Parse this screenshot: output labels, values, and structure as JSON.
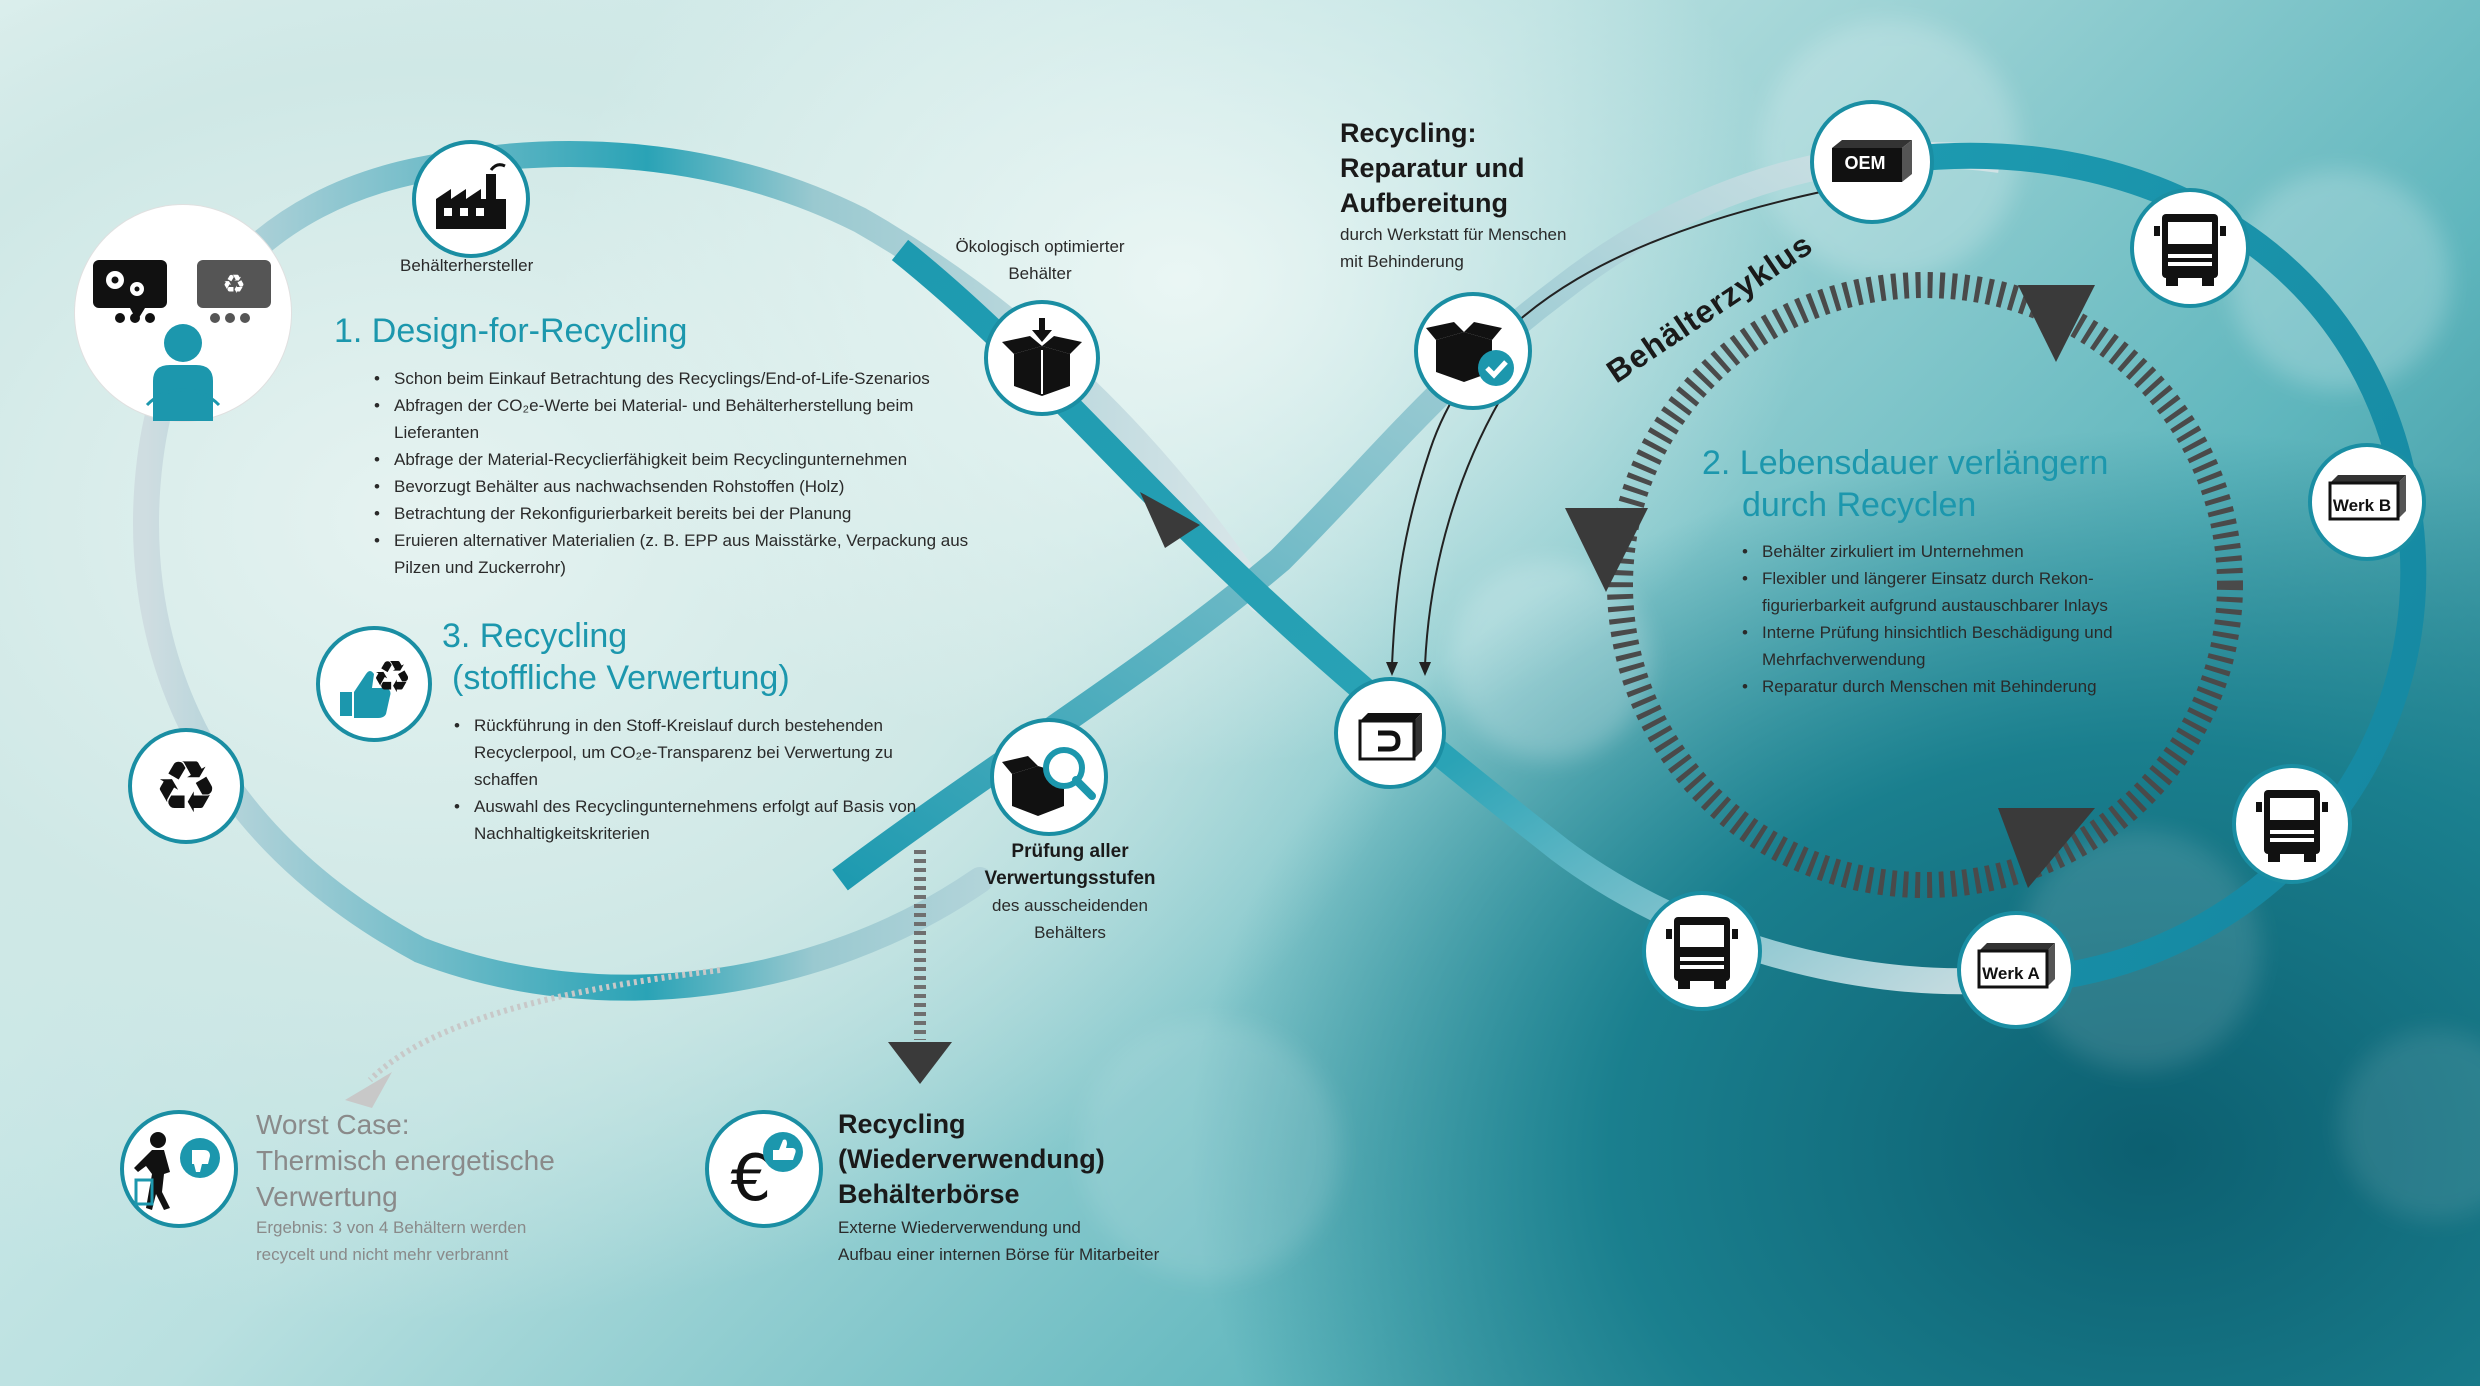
{
  "labels": {
    "behaelterhersteller": "Behälterhersteller",
    "oekologisch_line1": "Ökologisch optimierter",
    "oekologisch_line2": "Behälter",
    "behaelterzyklus": "Behälterzyklus",
    "pruefung_bold_1": "Prüfung aller",
    "pruefung_bold_2": "Verwertungsstufen",
    "pruefung_sub_1": "des ausscheidenden",
    "pruefung_sub_2": "Behälters"
  },
  "icons": {
    "person": "person-with-speech-bubbles-icon",
    "factory": "factory-icon",
    "box_arrow": "box-with-down-arrow-icon",
    "box_check": "box-with-checkmark-icon",
    "recycle": "recycle-icon",
    "thumb_recycle": "thumbs-up-recycle-icon",
    "box_search": "box-magnifier-icon",
    "container": "container-icon",
    "truck": "truck-icon",
    "euro_thumb": "euro-thumbs-up-icon",
    "trash_thumb": "trash-thumbs-down-icon"
  },
  "sections": {
    "design": {
      "title": "1. Design-for-Recycling",
      "bullets": [
        "Schon beim Einkauf Betrachtung des Recyclings/End-of-Life-Szenarios",
        "Abfragen der CO₂e-Werte bei Material- und Behälterherstellung beim Lieferanten",
        "Abfrage der Material-Recyclierfähigkeit beim Recyclingunternehmen",
        "Bevorzugt Behälter aus nachwachsenden Rohstoffen (Holz)",
        "Betrachtung der Rekonfigurierbarkeit bereits bei der Planung",
        "Eruieren alternativer Materialien (z. B. EPP aus Maisstärke, Verpackung aus Pilzen und Zuckerrohr)"
      ]
    },
    "recycling3": {
      "title_line1": "3. Recycling",
      "title_line2": "(stoffliche Verwertung)",
      "bullets": [
        "Rückführung in den Stoff-Kreislauf durch bestehenden Recyclerpool, um CO₂e-Transparenz bei Verwertung zu schaffen",
        "Auswahl des Recyclingunternehmens erfolgt auf Basis von Nachhaltigkeitskriterien"
      ]
    },
    "reparatur": {
      "title_line1": "Recycling:",
      "title_line2": "Reparatur und",
      "title_line3": "Aufbereitung",
      "sub_line1": "durch Werkstatt für Menschen",
      "sub_line2": "mit Behinderung"
    },
    "lebensdauer": {
      "title_line1": "2. Lebensdauer verlängern",
      "title_line2": "durch Recyclen",
      "bullets": [
        "Behälter zirkuliert im Unternehmen",
        "Flexibler und längerer Einsatz durch Rekon-figurierbarkeit aufgrund austauschbarer Inlays",
        "Interne Prüfung hinsichtlich Beschädigung und Mehrfachverwendung",
        "Reparatur durch Menschen mit Behinderung"
      ]
    },
    "worst": {
      "title_line1": "Worst Case:",
      "title_line2": "Thermisch energetische",
      "title_line3": "Verwertung",
      "sub_line1": "Ergebnis: 3 von 4 Behältern werden",
      "sub_line2": "recycelt und nicht mehr verbrannt"
    },
    "wiederverwendung": {
      "title_line1": "Recycling",
      "title_line2": "(Wiederverwendung)",
      "title_line3": "Behälterbörse",
      "sub_line1": "Externe Wiederverwendung und",
      "sub_line2": "Aufbau einer internen Börse für Mitarbeiter"
    }
  },
  "nodes": {
    "oem": "OEM",
    "werk_a": "Werk A",
    "werk_b": "Werk B"
  },
  "colors": {
    "teal": "#1c97ad",
    "teal_dark": "#0d6f82",
    "loop_light": "#c3d9de",
    "dark": "#333333",
    "grey_text": "#8a8a8a"
  }
}
